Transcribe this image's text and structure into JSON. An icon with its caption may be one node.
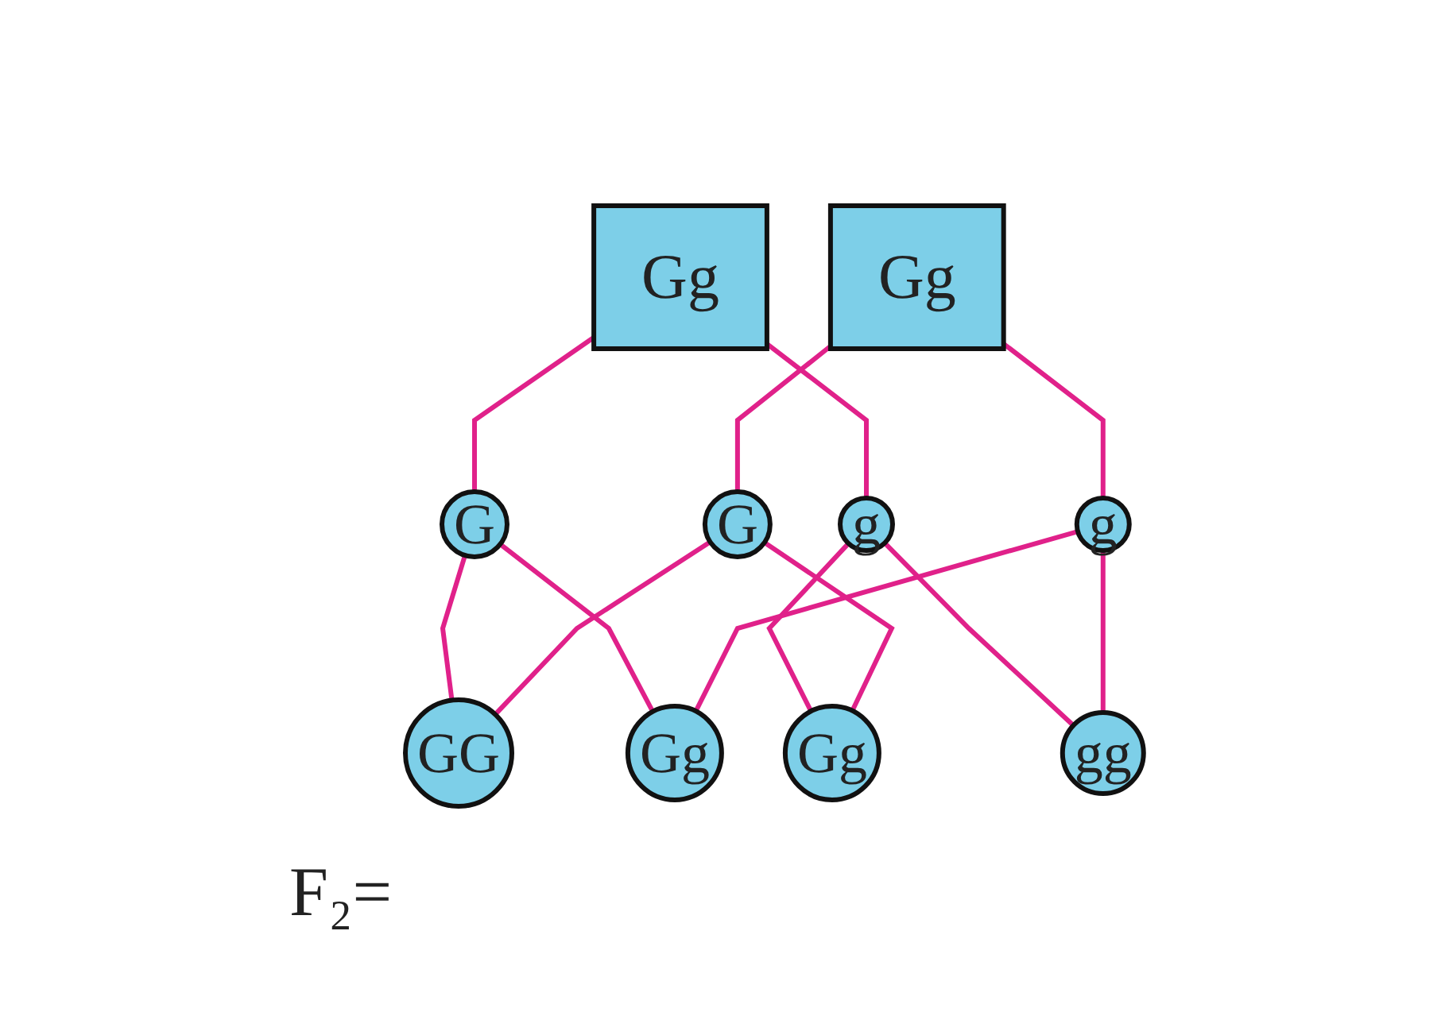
{
  "diagram": {
    "nodes": [
      {
        "text": [
          "Gg"
        ]
      },
      {
        "text": [
          "Gg"
        ]
      },
      {
        "text": [
          "G"
        ]
      },
      {
        "text": [
          "g"
        ]
      },
      {
        "text": [
          "G"
        ]
      },
      {
        "text": [
          "g"
        ]
      },
      {
        "text": [
          "GG"
        ],
        "beside": [
          "F₂="
        ]
      },
      {
        "text": [
          "Gg"
        ]
      },
      {
        "text": [
          "Gg"
        ]
      },
      {
        "text": [
          "gg"
        ]
      }
    ],
    "edges": [
      {
        "from": 0,
        "to": 2,
        "arrow": "none"
      },
      {
        "from": 0,
        "to": 3,
        "arrow": "none"
      },
      {
        "from": 1,
        "to": 4,
        "arrow": "none"
      },
      {
        "from": 1,
        "to": 5,
        "arrow": "none"
      },
      {
        "from": 2,
        "to": 6,
        "arrow": "none"
      },
      {
        "from": 2,
        "to": 7,
        "arrow": "none"
      },
      {
        "from": 3,
        "to": 8,
        "arrow": "none"
      },
      {
        "from": 3,
        "to": 9,
        "arrow": "none"
      },
      {
        "from": 4,
        "to": 6,
        "arrow": "none"
      },
      {
        "from": 4,
        "to": 8,
        "arrow": "none"
      },
      {
        "from": 5,
        "to": 7,
        "arrow": "none"
      },
      {
        "from": 5,
        "to": 9,
        "arrow": "none"
      }
    ]
  }
}
